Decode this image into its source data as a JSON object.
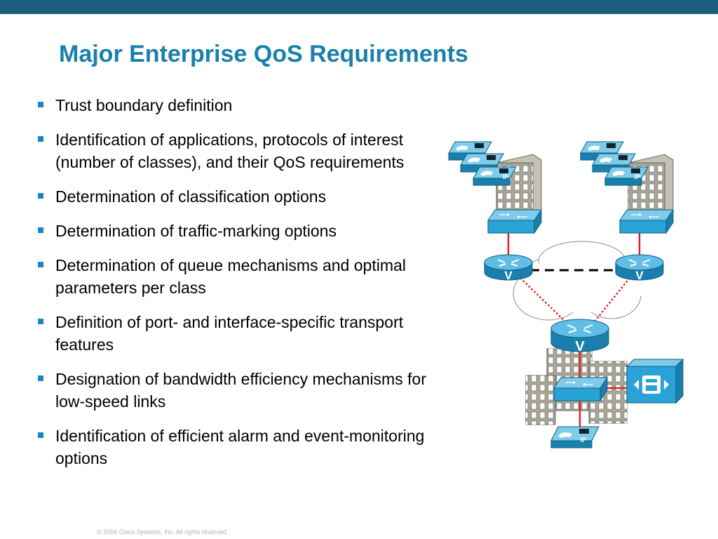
{
  "slide": {
    "title": "Major Enterprise QoS Requirements",
    "bullets": [
      "Trust boundary definition",
      "Identification of applications, protocols of interest\n(number of classes), and their QoS requirements",
      "Determination of classification options",
      "Determination of traffic-marking options",
      "Determination of queue mechanisms and optimal parameters per class",
      "Definition of port- and interface-specific transport features",
      "Designation of bandwidth efficiency mechanisms for low-speed links",
      "Identification of efficient alarm and event-monitoring options"
    ],
    "footer": "© 2006 Cisco Systems, Inc. All rights reserved."
  },
  "diagram": {
    "ip_label": "IP",
    "voice_label": "V"
  },
  "colors": {
    "top_bar": "#1d5e7e",
    "title": "#1a7fac",
    "bullet": "#1c84c0",
    "device_blue": "#29a3d6",
    "link_red": "#e02020",
    "building": "#9c9a8a"
  }
}
